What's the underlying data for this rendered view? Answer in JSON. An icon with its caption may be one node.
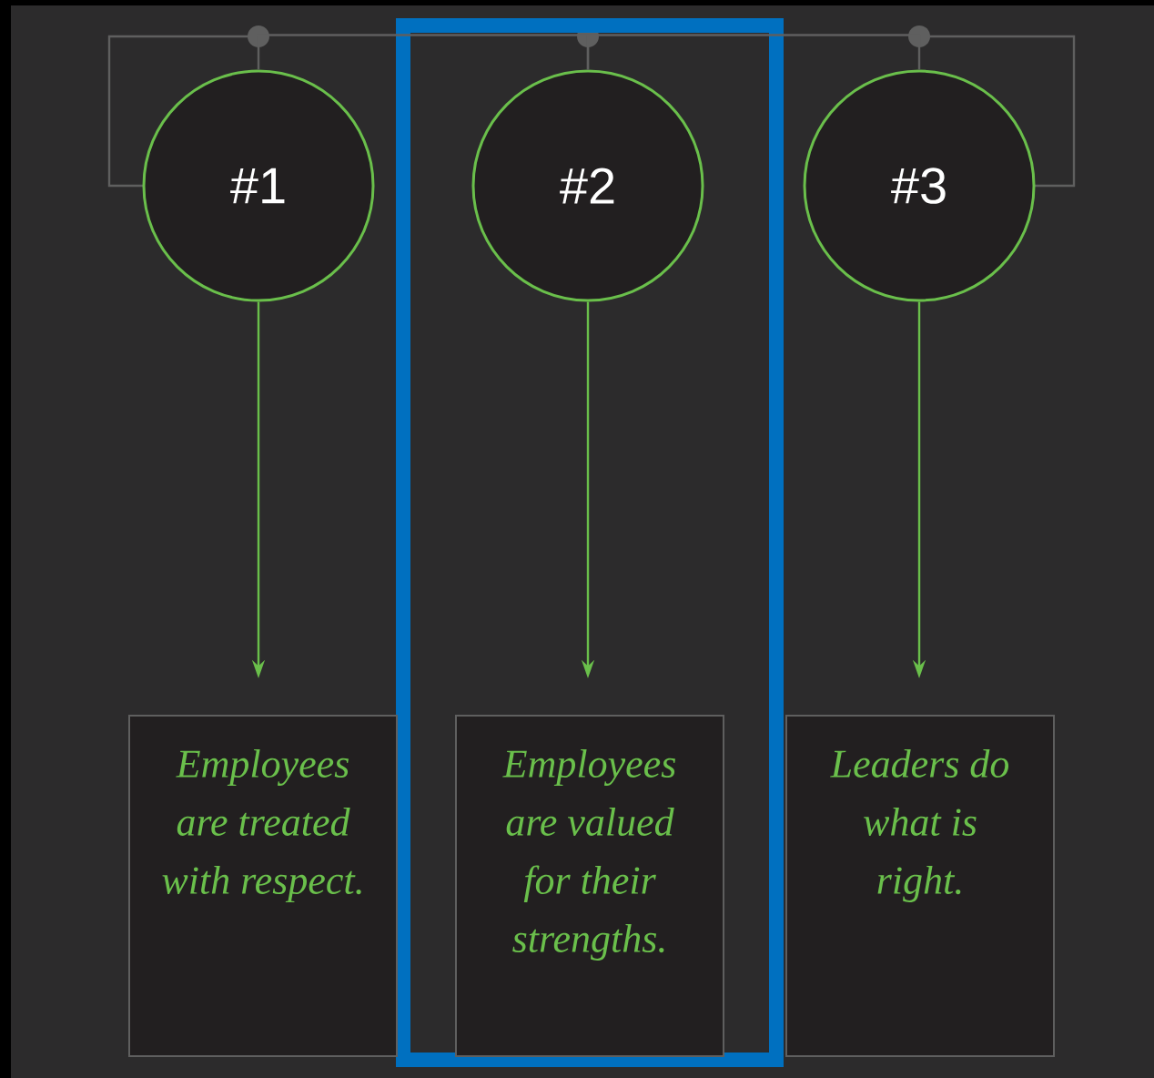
{
  "diagram": {
    "nodes": [
      {
        "text": [],
        "shape": "box"
      },
      {
        "text": [
          "#1"
        ]
      },
      {
        "text": [
          "#2"
        ],
        "in": 0
      },
      {
        "text": [
          "#3"
        ]
      },
      {
        "text": [
          "Employees are treated with respect."
        ]
      },
      {
        "text": [
          "Employees are valued for their strengths."
        ],
        "in": 0
      },
      {
        "text": [
          "Leaders do what is right."
        ]
      }
    ],
    "edges": [
      {
        "from": 1,
        "to": 2,
        "arrow": "none",
        "color": "#5f5f5f"
      },
      {
        "from": 2,
        "to": 3,
        "arrow": "none",
        "color": "#5f5f5f"
      },
      {
        "from": 1,
        "to": 4,
        "arrow": "to"
      },
      {
        "from": 2,
        "to": 5,
        "arrow": "to"
      },
      {
        "from": 3,
        "to": 6,
        "arrow": "to"
      }
    ]
  }
}
